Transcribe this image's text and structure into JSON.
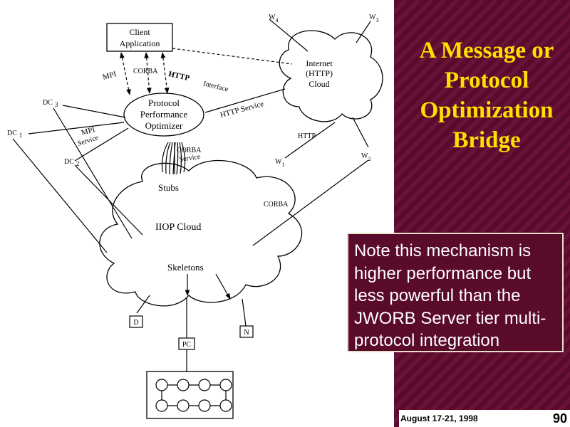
{
  "slide": {
    "title_lines": [
      "A Message or",
      "Protocol",
      "Optimization",
      "Bridge"
    ],
    "note": "Note this mechanism is higher performance but less powerful than the JWORB Server tier multi-protocol integration",
    "footer_date": "August 17-21, 1998",
    "page_number": "90"
  },
  "colors": {
    "background": "#5a0a2a",
    "title": "#ffe000",
    "note_text": "#ffffff",
    "panel": "#ffffff"
  },
  "diagram": {
    "client_application": [
      "Client",
      "Application"
    ],
    "protocol_optimizer": [
      "Protocol",
      "Performance",
      "Optimizer"
    ],
    "internet_cloud": [
      "Internet",
      "(HTTP)",
      "Cloud"
    ],
    "iiop_cloud": "IIOP  Cloud",
    "stubs": "Stubs",
    "skeletons": "Skeletons",
    "conn_mpi": "MPI",
    "conn_corba_top": "CORBA",
    "conn_http_interface_1": "HTTP",
    "conn_http_interface_2": "Interface",
    "conn_http_service": "HTTP Service",
    "conn_mpi_service_1": "MPI",
    "conn_mpi_service_2": "Service",
    "conn_corba_service_1": "CORBA",
    "conn_corba_service_2": "Service",
    "conn_http": "HTTP",
    "conn_corba": "CORBA",
    "w4": "W",
    "w4_sub": "4",
    "w3": "W",
    "w3_sub": "3",
    "w2": "W",
    "w2_sub": "2",
    "w1": "W",
    "w1_sub": "1",
    "dc3": "DC",
    "dc3_sub": "3",
    "dc1": "DC",
    "dc1_sub": "1",
    "dc2": "DC",
    "dc2_sub": "2",
    "node_d": "D",
    "node_n": "N",
    "node_pc": "PC"
  }
}
